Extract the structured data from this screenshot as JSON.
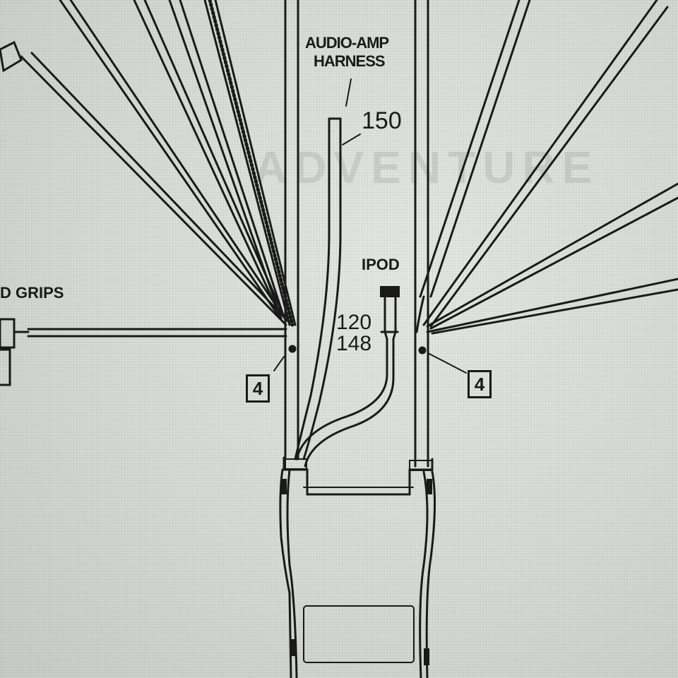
{
  "diagram": {
    "labels": {
      "audio_amp_line1": "AUDIO-AMP",
      "audio_amp_line2": "HARNESS",
      "ref_150": "150",
      "ipod": "IPOD",
      "ref_120": "120",
      "ref_148": "148",
      "grips": "D GRIPS",
      "callout_left": "4",
      "callout_right": "4"
    },
    "watermark": "ADVENTURE",
    "colors": {
      "ink": "#1a1a1a",
      "paper": "#dfe2de"
    }
  }
}
